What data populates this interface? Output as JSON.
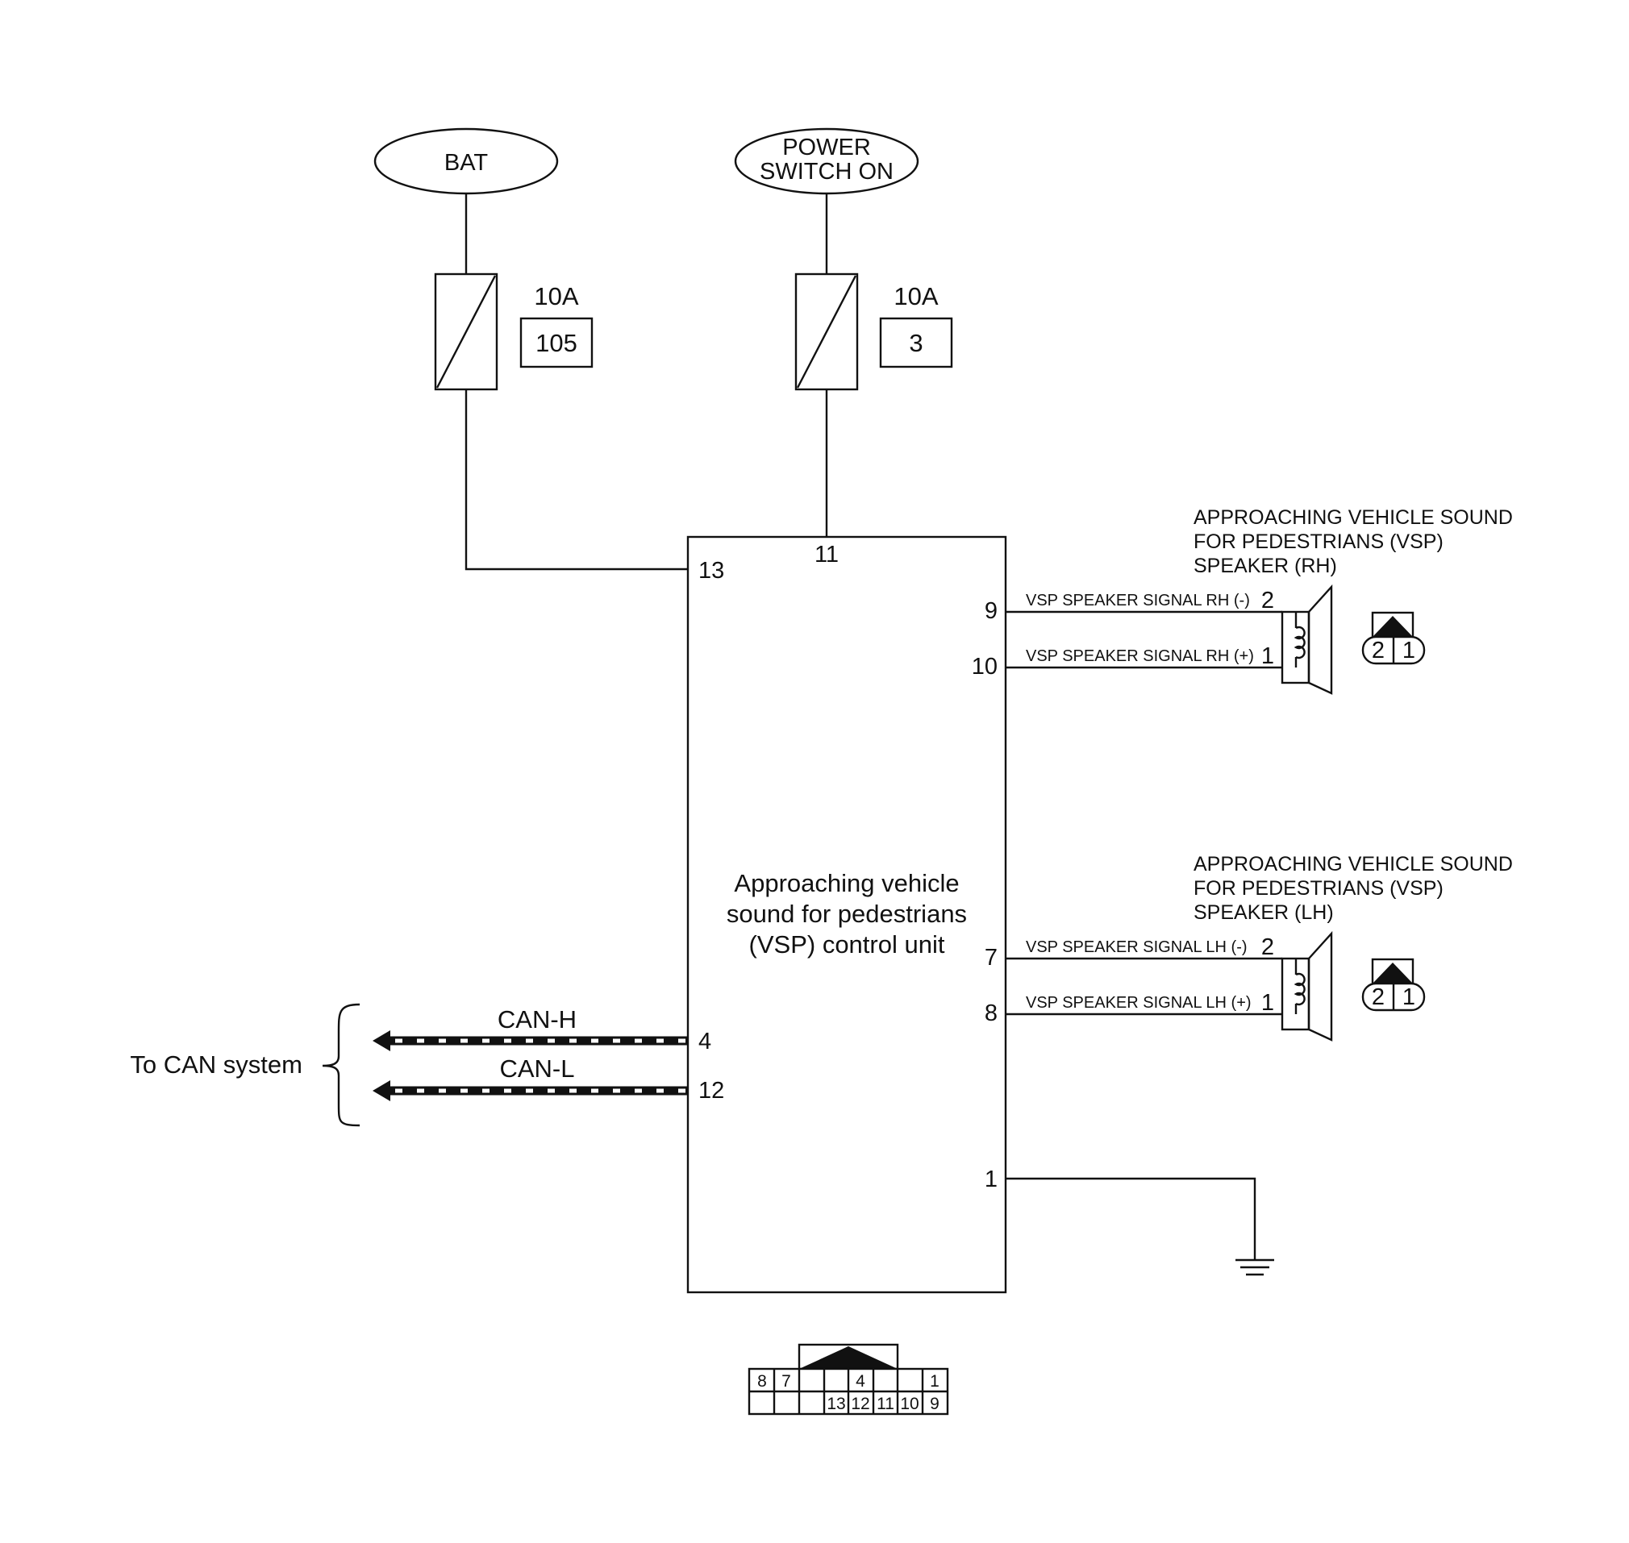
{
  "sources": {
    "bat": "BAT",
    "power_line1": "POWER",
    "power_line2": "SWITCH ON"
  },
  "fuses": [
    {
      "rating": "10A",
      "number": "105"
    },
    {
      "rating": "10A",
      "number": "3"
    }
  ],
  "control_unit": {
    "name_line1": "Approaching vehicle",
    "name_line2": "sound for pedestrians",
    "name_line3": "(VSP) control unit",
    "pins": {
      "p13": "13",
      "p11": "11",
      "p9": "9",
      "p10": "10",
      "p7": "7",
      "p8": "8",
      "p4": "4",
      "p12": "12",
      "p1": "1"
    }
  },
  "signals": {
    "rh_minus": "VSP SPEAKER SIGNAL RH (-)",
    "rh_plus": "VSP SPEAKER SIGNAL RH (+)",
    "lh_minus": "VSP SPEAKER SIGNAL LH (-)",
    "lh_plus": "VSP SPEAKER SIGNAL LH (+)"
  },
  "speakers": {
    "rh": {
      "line1": "APPROACHING VEHICLE SOUND",
      "line2": "FOR PEDESTRIANS (VSP)",
      "line3": "SPEAKER (RH)",
      "pin_top": "2",
      "pin_bottom": "1"
    },
    "lh": {
      "line1": "APPROACHING VEHICLE SOUND",
      "line2": "FOR PEDESTRIANS (VSP)",
      "line3": "SPEAKER (LH)",
      "pin_top": "2",
      "pin_bottom": "1"
    }
  },
  "speaker_connector": {
    "left": "2",
    "right": "1"
  },
  "can": {
    "h": "CAN-H",
    "l": "CAN-L",
    "target": "To CAN system"
  },
  "unit_connector": {
    "row1": [
      "8",
      "7",
      "",
      "",
      "4",
      "",
      "",
      "1"
    ],
    "row2": [
      "",
      "",
      "",
      "13",
      "12",
      "11",
      "10",
      "9"
    ]
  }
}
